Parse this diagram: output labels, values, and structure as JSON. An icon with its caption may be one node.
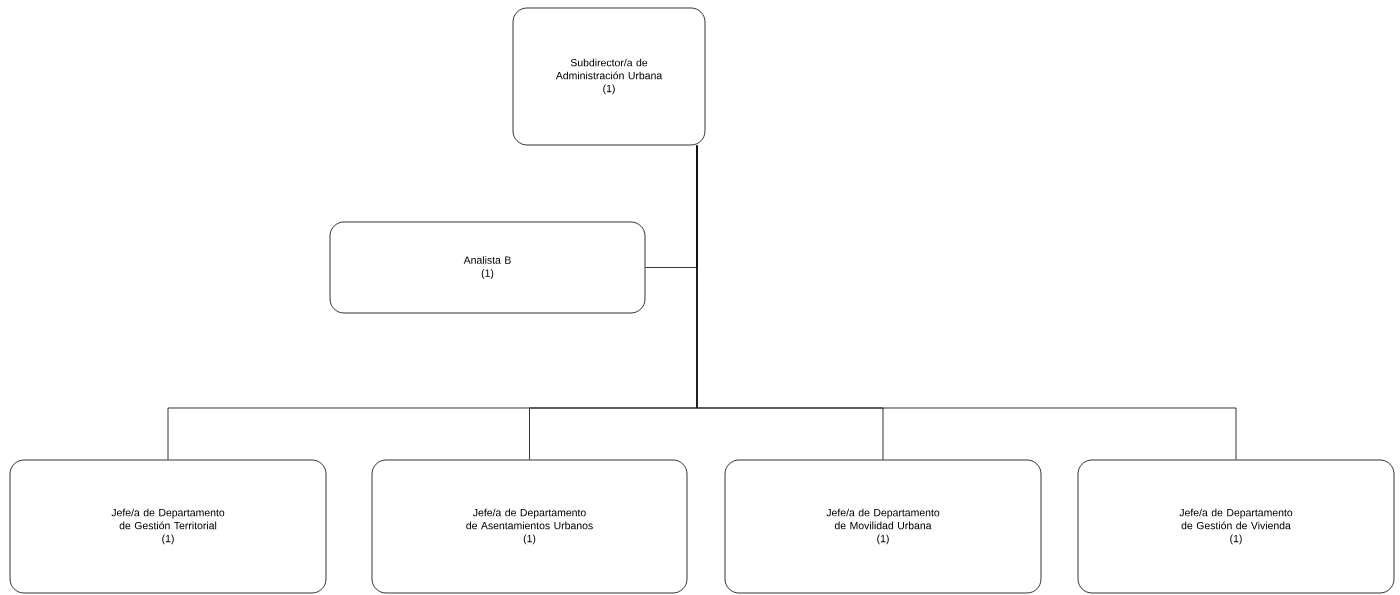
{
  "diagram": {
    "nodes": [
      {
        "text": [
          "Subdirector/a de Administración Urbana",
          "(1)"
        ]
      },
      {
        "text": [
          "Analista B",
          "(1)"
        ]
      },
      {
        "text": [
          "Jefe/a de Departamento de Gestión Territorial",
          "(1)"
        ]
      },
      {
        "text": [
          "Jefe/a de Departamento de Asentamientos Urbanos",
          "(1)"
        ]
      },
      {
        "text": [
          "Jefe/a de Departamento de Movilidad Urbana",
          "(1)"
        ]
      },
      {
        "text": [
          "Jefe/a de Departamento de Gestión de Vivienda",
          "(1)"
        ]
      }
    ],
    "edges": [
      {
        "from": 0,
        "to": 1,
        "arrow": "none"
      },
      {
        "from": 0,
        "to": 2,
        "arrow": "none"
      },
      {
        "from": 0,
        "to": 3,
        "arrow": "none"
      },
      {
        "from": 0,
        "to": 4,
        "arrow": "none"
      },
      {
        "from": 0,
        "to": 5,
        "arrow": "none"
      }
    ]
  }
}
